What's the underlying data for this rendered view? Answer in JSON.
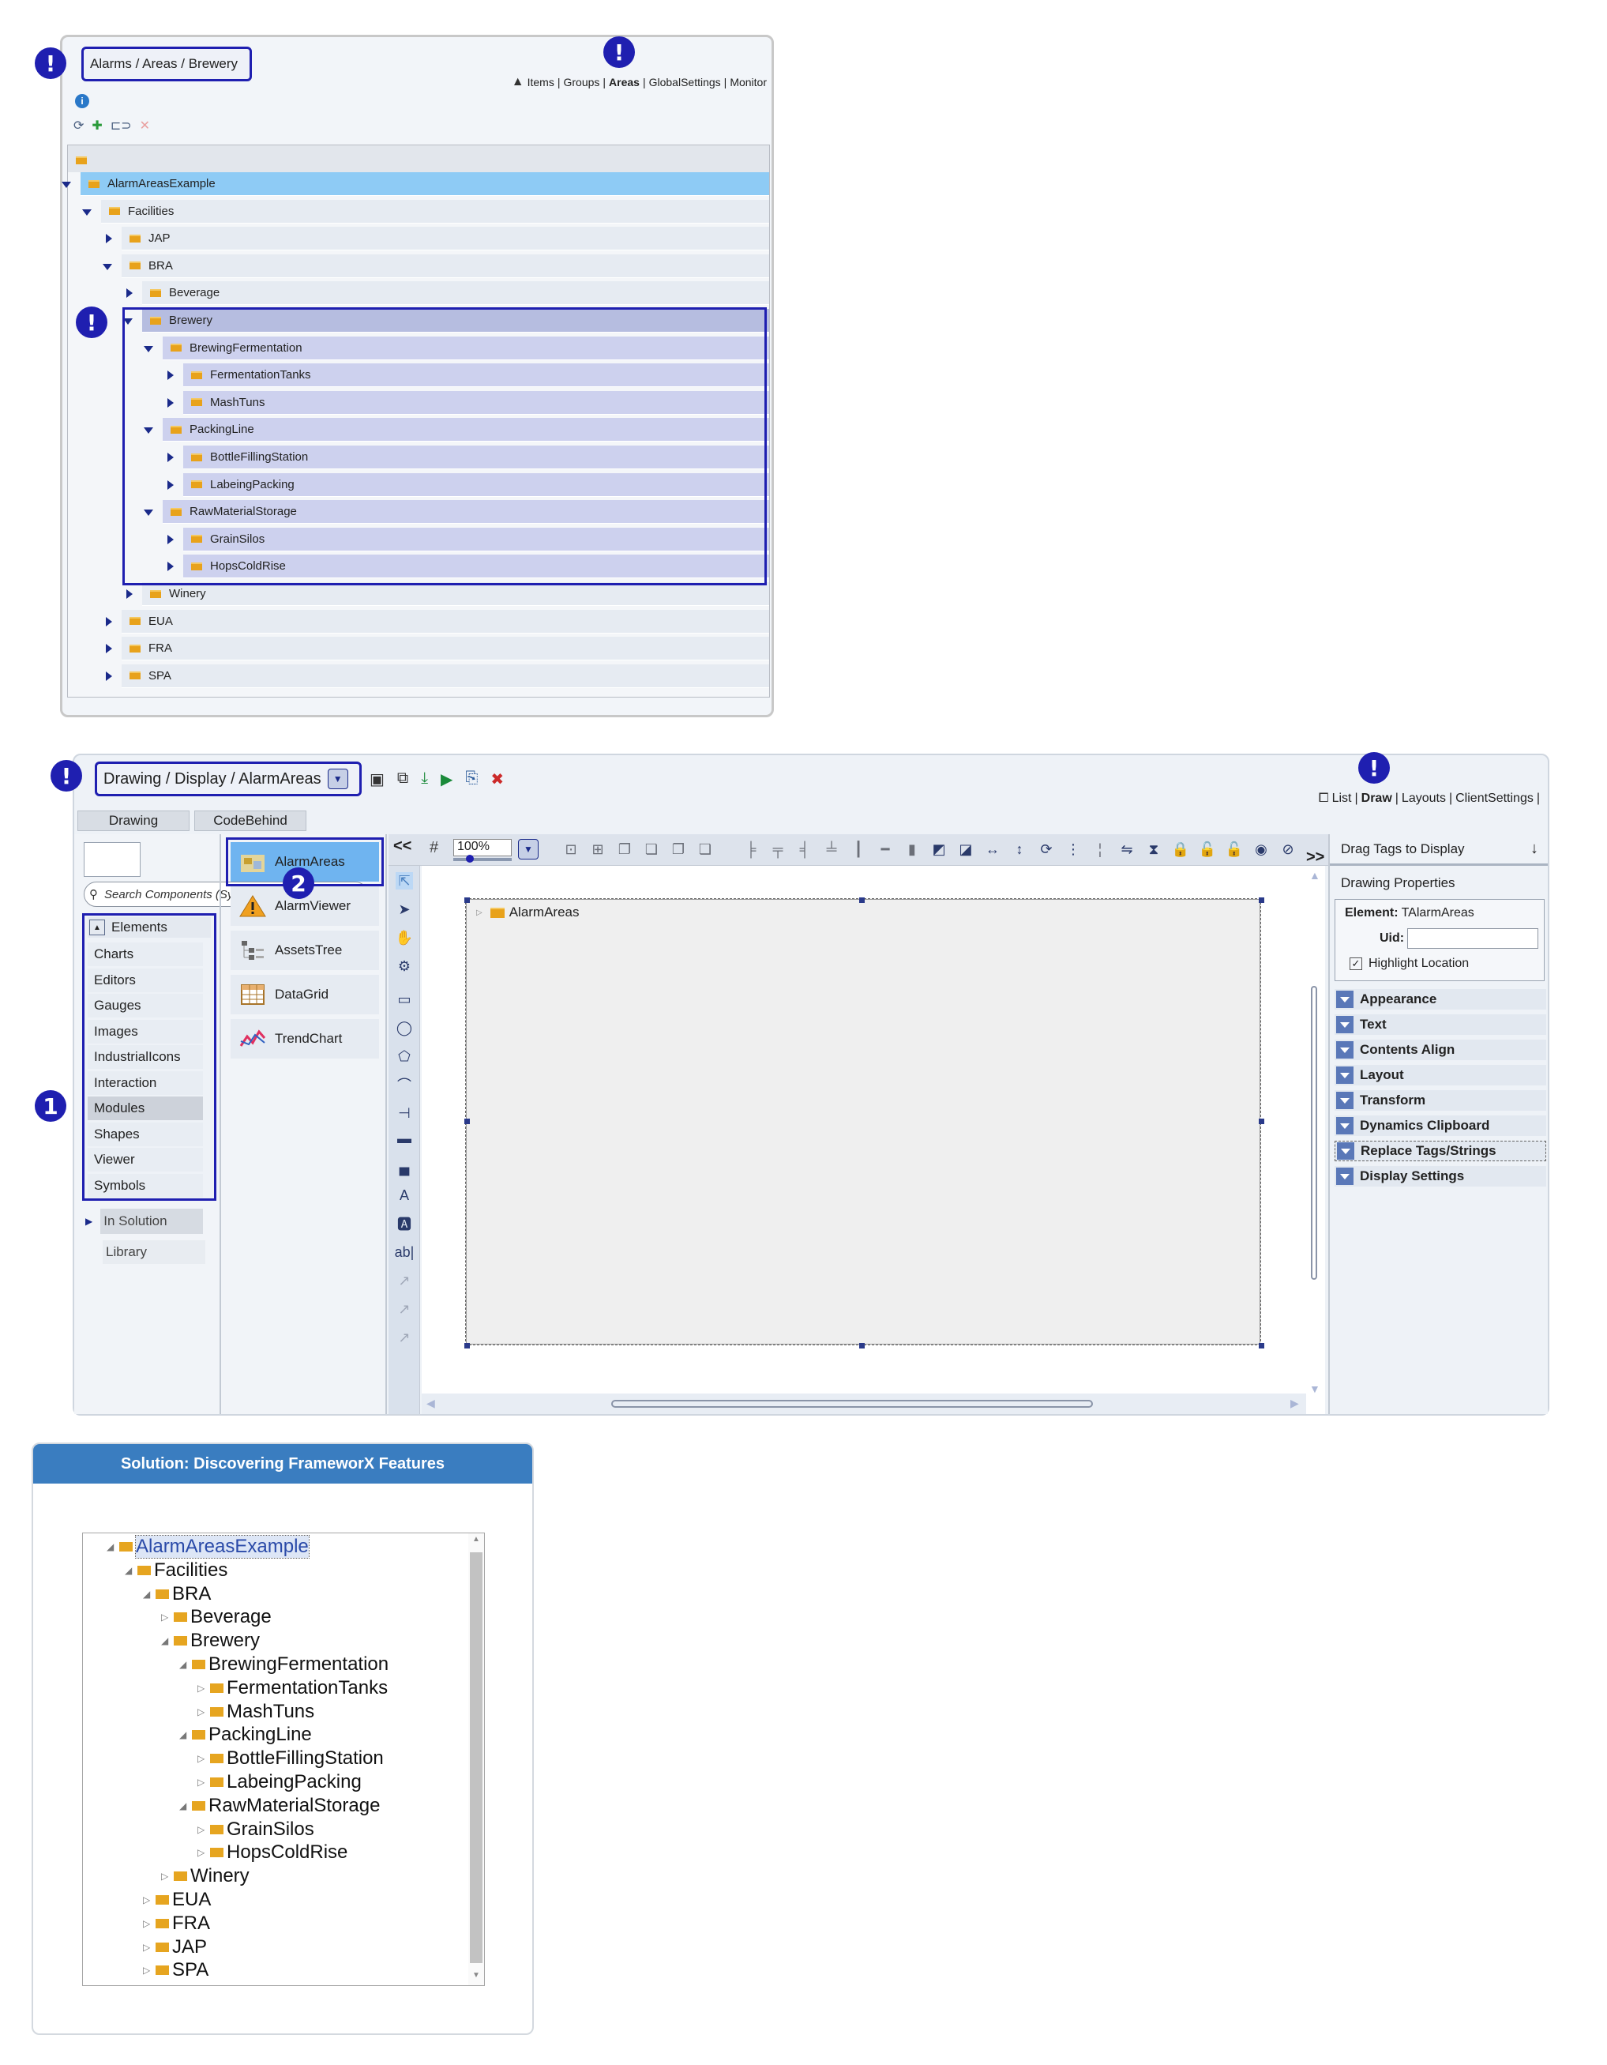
{
  "panel1": {
    "breadcrumb": "Alarms / Areas / Brewery",
    "nav": {
      "items": "Items",
      "groups": "Groups",
      "areas": "Areas",
      "global": "GlobalSettings",
      "monitor": "Monitor",
      "sep": "|"
    },
    "tree": [
      {
        "label": "AlarmAreasExample",
        "level": 0,
        "state": "open",
        "selected": true
      },
      {
        "label": "Facilities",
        "level": 1,
        "state": "open"
      },
      {
        "label": "JAP",
        "level": 2,
        "state": "closed"
      },
      {
        "label": "BRA",
        "level": 2,
        "state": "open"
      },
      {
        "label": "Beverage",
        "level": 3,
        "state": "closed"
      },
      {
        "label": "Brewery",
        "level": 3,
        "state": "open",
        "highlight": true
      },
      {
        "label": "BrewingFermentation",
        "level": 4,
        "state": "open"
      },
      {
        "label": "FermentationTanks",
        "level": 5,
        "state": "closed"
      },
      {
        "label": "MashTuns",
        "level": 5,
        "state": "closed"
      },
      {
        "label": "PackingLine",
        "level": 4,
        "state": "open"
      },
      {
        "label": "BottleFillingStation",
        "level": 5,
        "state": "closed"
      },
      {
        "label": "LabeingPacking",
        "level": 5,
        "state": "closed"
      },
      {
        "label": "RawMaterialStorage",
        "level": 4,
        "state": "open"
      },
      {
        "label": "GrainSilos",
        "level": 5,
        "state": "closed"
      },
      {
        "label": "HopsColdRise",
        "level": 5,
        "state": "closed"
      },
      {
        "label": "Winery",
        "level": 3,
        "state": "closed"
      },
      {
        "label": "EUA",
        "level": 2,
        "state": "closed"
      },
      {
        "label": "FRA",
        "level": 2,
        "state": "closed"
      },
      {
        "label": "SPA",
        "level": 2,
        "state": "closed"
      }
    ]
  },
  "panel2": {
    "breadcrumb": "Drawing / Display / AlarmAreas",
    "nav": {
      "list": "List",
      "draw": "Draw",
      "layouts": "Layouts",
      "client": "ClientSettings",
      "sep": "|"
    },
    "tabs": {
      "drawing": "Drawing",
      "codebehind": "CodeBehind"
    },
    "search_placeholder": "Search Components (Symbols not included)",
    "categories_header": "Elements",
    "categories": [
      "Charts",
      "Editors",
      "Gauges",
      "Images",
      "IndustrialIcons",
      "Interaction",
      "Modules",
      "Shapes",
      "Viewer",
      "Symbols"
    ],
    "selected_category": "Modules",
    "in_solution": "In Solution",
    "library": "Library",
    "components": [
      {
        "label": "AlarmAreas",
        "icon": "alarm-areas-icon"
      },
      {
        "label": "AlarmViewer",
        "icon": "warning-icon"
      },
      {
        "label": "AssetsTree",
        "icon": "assets-tree-icon"
      },
      {
        "label": "DataGrid",
        "icon": "data-grid-icon"
      },
      {
        "label": "TrendChart",
        "icon": "trend-chart-icon"
      }
    ],
    "zoom": "100%",
    "collapse_left": "<<",
    "expand_right": ">>",
    "canvas_tree_item": "AlarmAreas",
    "props": {
      "drag_tags": "Drag Tags to Display",
      "drawing_properties": "Drawing Properties",
      "element_label": "Element:",
      "element_value": "TAlarmAreas",
      "uid_label": "Uid:",
      "uid_value": "",
      "highlight_location": "Highlight Location",
      "sections": [
        "Appearance",
        "Text",
        "Contents Align",
        "Layout",
        "Transform",
        "Dynamics Clipboard",
        "Replace Tags/Strings",
        "Display Settings"
      ]
    }
  },
  "panel3": {
    "title": "Solution: Discovering FrameworX Features",
    "tree": [
      {
        "label": "AlarmAreasExample",
        "level": 0,
        "open": true,
        "selected": true
      },
      {
        "label": "Facilities",
        "level": 1,
        "open": true
      },
      {
        "label": "BRA",
        "level": 2,
        "open": true
      },
      {
        "label": "Beverage",
        "level": 3,
        "open": false
      },
      {
        "label": "Brewery",
        "level": 3,
        "open": true
      },
      {
        "label": "BrewingFermentation",
        "level": 4,
        "open": true
      },
      {
        "label": "FermentationTanks",
        "level": 5,
        "open": false
      },
      {
        "label": "MashTuns",
        "level": 5,
        "open": false
      },
      {
        "label": "PackingLine",
        "level": 4,
        "open": true
      },
      {
        "label": "BottleFillingStation",
        "level": 5,
        "open": false
      },
      {
        "label": "LabeingPacking",
        "level": 5,
        "open": false
      },
      {
        "label": "RawMaterialStorage",
        "level": 4,
        "open": true
      },
      {
        "label": "GrainSilos",
        "level": 5,
        "open": false
      },
      {
        "label": "HopsColdRise",
        "level": 5,
        "open": false
      },
      {
        "label": "Winery",
        "level": 3,
        "open": false
      },
      {
        "label": "EUA",
        "level": 2,
        "open": false
      },
      {
        "label": "FRA",
        "level": 2,
        "open": false
      },
      {
        "label": "JAP",
        "level": 2,
        "open": false
      },
      {
        "label": "SPA",
        "level": 2,
        "open": false
      }
    ]
  },
  "badges": {
    "alert": "!",
    "one": "1",
    "two": "2"
  },
  "colors": {
    "badge": "#1f1fb0",
    "selected_row": "#8ecbf5",
    "highlight": "#cdd1ee",
    "accent": "#3a7dc0"
  }
}
